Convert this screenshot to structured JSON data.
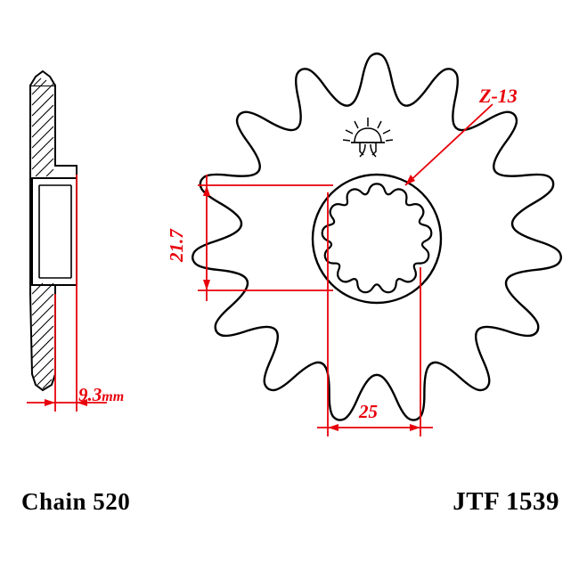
{
  "diagram": {
    "title_left": "Chain 520",
    "title_right": "JTF 1539",
    "annotations": {
      "spline_callout": "Z-13",
      "bore_dim": "21.7",
      "width_dim": "25",
      "thickness_dim_value": "9.3",
      "thickness_dim_unit": "mm"
    },
    "colors": {
      "dimension": "#e8000a",
      "outline": "#000000",
      "background": "#ffffff"
    },
    "views": {
      "side_profile": "sprocket-side-section-view",
      "front_face": "sprocket-front-view"
    },
    "teeth_count": 15
  }
}
